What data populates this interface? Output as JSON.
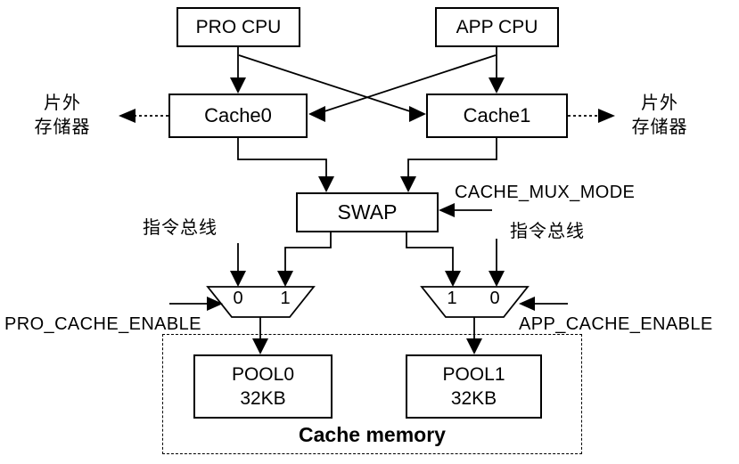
{
  "diagram": {
    "title": "Cache memory",
    "colors": {
      "line": "#000000",
      "background": "#ffffff"
    },
    "nodes": {
      "pro_cpu": {
        "label": "PRO CPU"
      },
      "app_cpu": {
        "label": "APP CPU"
      },
      "cache0": {
        "label": "Cache0"
      },
      "cache1": {
        "label": "Cache1"
      },
      "swap": {
        "label": "SWAP"
      },
      "pool0": {
        "line1": "POOL0",
        "line2": "32KB"
      },
      "pool1": {
        "line1": "POOL1",
        "line2": "32KB"
      }
    },
    "labels": {
      "offchip_left": {
        "line1": "片外",
        "line2": "存储器"
      },
      "offchip_right": {
        "line1": "片外",
        "line2": "存储器"
      },
      "cache_mux_mode": "CACHE_MUX_MODE",
      "instr_bus_left": "指令总线",
      "instr_bus_right": "指令总线",
      "pro_cache_enable": "PRO_CACHE_ENABLE",
      "app_cache_enable": "APP_CACHE_ENABLE",
      "cache_memory": "Cache memory"
    },
    "mux_left": {
      "in_left": "0",
      "in_right": "1"
    },
    "mux_right": {
      "in_left": "1",
      "in_right": "0"
    }
  }
}
